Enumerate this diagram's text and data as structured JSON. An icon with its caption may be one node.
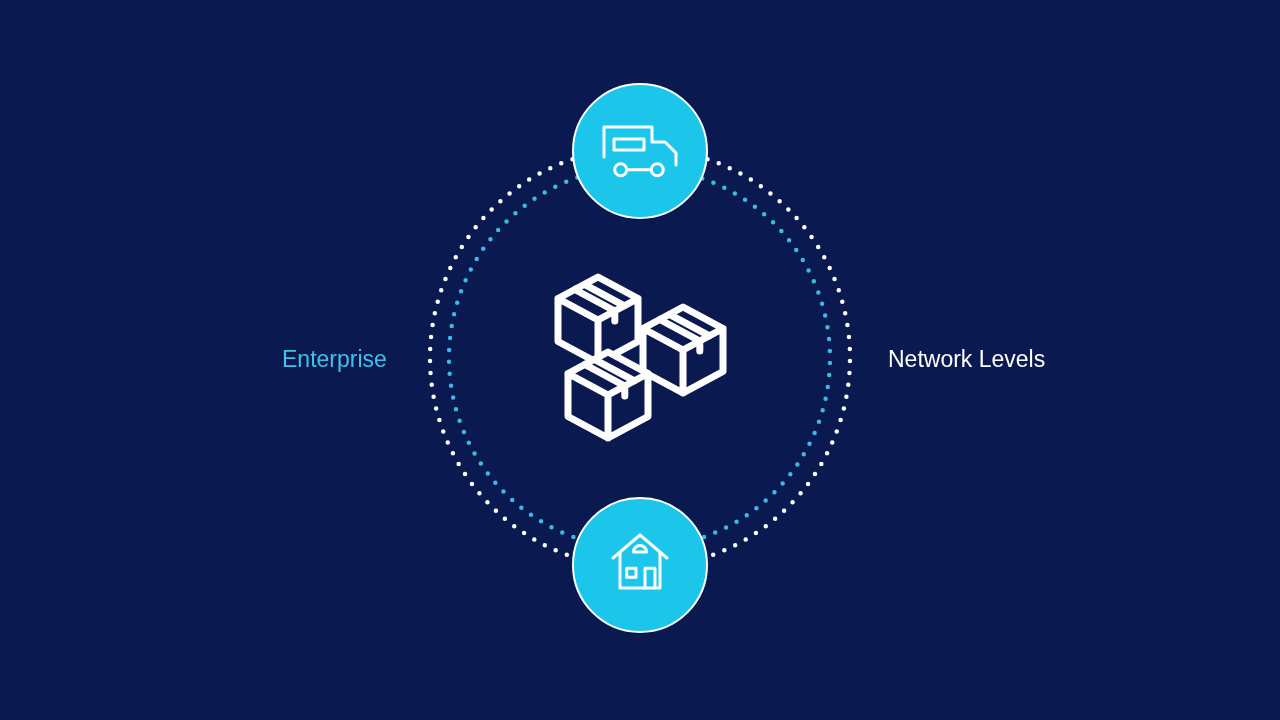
{
  "diagram": {
    "nodes": [
      {
        "text": [],
        "shape": "circle"
      },
      {
        "text": [],
        "shape": "circle"
      }
    ],
    "edges": [
      {
        "from": 0,
        "to": 1,
        "arrow": "none",
        "style": "dashed",
        "color": "#ffffff"
      },
      {
        "from": 0,
        "to": 1,
        "arrow": "none",
        "style": "dashed",
        "color": "#3eb8e6"
      },
      {
        "from": 0,
        "to": 1,
        "arrow": "none",
        "style": "dashed",
        "color": "#3eb8e6"
      },
      {
        "from": 0,
        "to": 1,
        "arrow": "none",
        "style": "dashed",
        "color": "#ffffff"
      }
    ],
    "labels": [
      "Enterprise",
      "Network Levels"
    ]
  }
}
